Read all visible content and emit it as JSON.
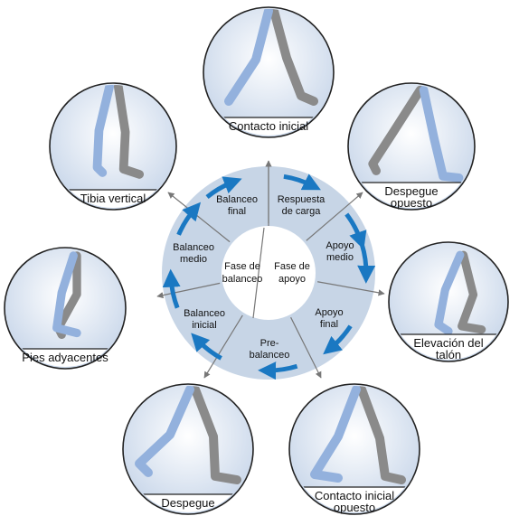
{
  "center": {
    "left": [
      "Fase de",
      "balanceo"
    ],
    "right": [
      "Fase de",
      "apoyo"
    ]
  },
  "segments": [
    {
      "lines": [
        "Balanceo",
        "final"
      ]
    },
    {
      "lines": [
        "Respuesta",
        "de carga"
      ]
    },
    {
      "lines": [
        "Apoyo",
        "medio"
      ]
    },
    {
      "lines": [
        "Apoyo",
        "final"
      ]
    },
    {
      "lines": [
        "Pre-",
        "balanceo"
      ]
    },
    {
      "lines": [
        "Balanceo",
        "inicial"
      ]
    },
    {
      "lines": [
        "Balanceo",
        "medio"
      ]
    }
  ],
  "phases": [
    {
      "label": [
        "Contacto inicial"
      ]
    },
    {
      "label": [
        "Despegue",
        "opuesto"
      ]
    },
    {
      "label": [
        "Elevación del",
        "talón"
      ]
    },
    {
      "label": [
        "Contacto inicial",
        "opuesto"
      ]
    },
    {
      "label": [
        "Despegue"
      ]
    },
    {
      "label": [
        "Pies adyacentes"
      ]
    },
    {
      "label": [
        "Tibia vertical"
      ]
    }
  ],
  "colors": {
    "ring": "#c7d5e6",
    "hub": "#ffffff",
    "arrow": "#1a78c2",
    "spoke": "#777777",
    "circle_bg": "#dde6f2",
    "leg_gray": "#8a8a8a",
    "leg_blue": "#93b1dd"
  }
}
